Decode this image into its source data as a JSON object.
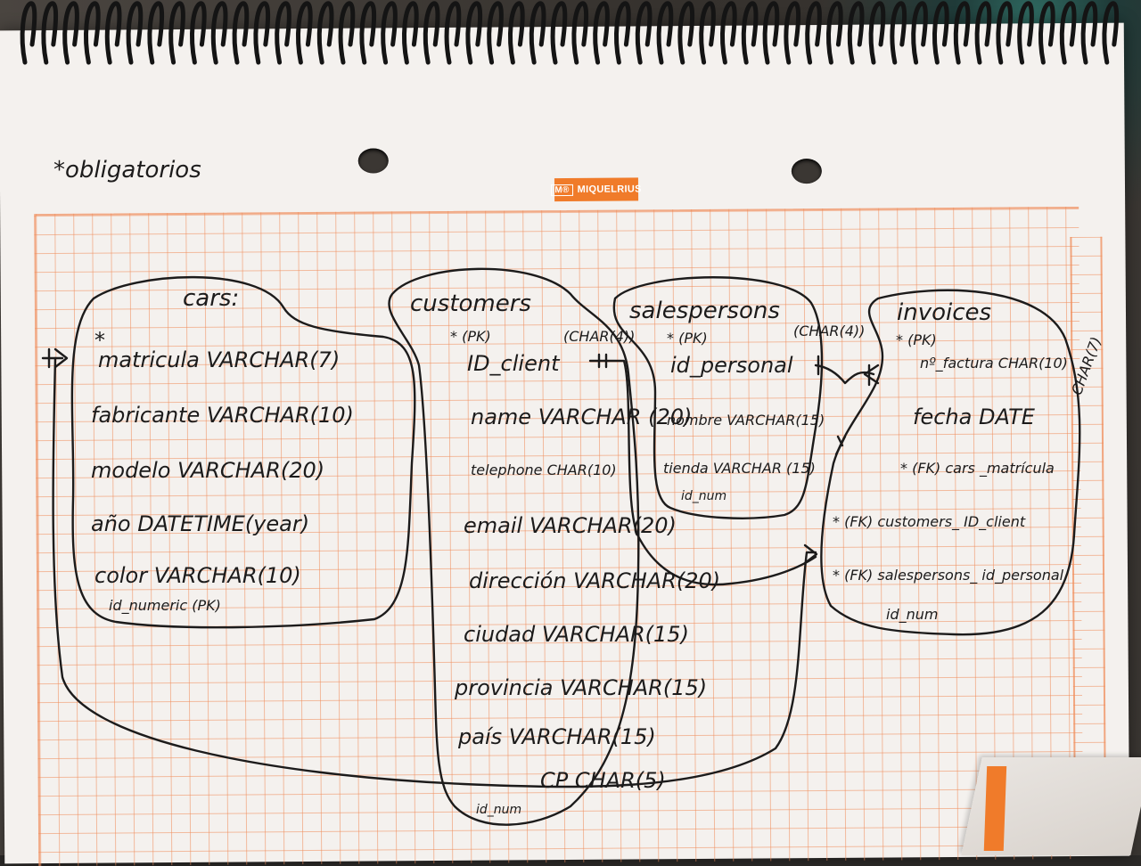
{
  "note": "*obligatorios",
  "brand": {
    "mark": "M®",
    "name": "MIQUELRIUS"
  },
  "cars": {
    "title": "cars:",
    "star": "*",
    "rows": [
      "matricula VARCHAR(7)",
      "fabricante VARCHAR(10)",
      "modelo VARCHAR(20)",
      "año DATETIME(year)",
      "color VARCHAR(10)"
    ],
    "id": "id_numeric (PK)"
  },
  "customers": {
    "title": "customers",
    "pk": "* (PK)",
    "rows": [
      "ID_client",
      "name VARCHAR (20)",
      "telephone CHAR(10)",
      "email VARCHAR(20)",
      "dirección VARCHAR(20)",
      "ciudad VARCHAR(15)",
      "provincia VARCHAR(15)",
      "país VARCHAR(15)",
      "CP CHAR(5)"
    ],
    "id": "id_num",
    "type_note": "(CHAR(4))"
  },
  "salespersons": {
    "title": "salespersons",
    "pk": "* (PK)",
    "rows": [
      "id_personal",
      "nombre VARCHAR(15)",
      "tienda VARCHAR (15)"
    ],
    "id": "id_num",
    "type_note": "(CHAR(4))"
  },
  "invoices": {
    "title": "invoices",
    "pk": "* (PK)",
    "rows": [
      "nº_factura CHAR(10)",
      "fecha DATE",
      "* (FK) cars _matrícula",
      "* (FK) customers_ ID_client",
      "* (FK) salespersons_ id_personal"
    ],
    "id": "id_num",
    "type_note": "CHAR(7)"
  }
}
